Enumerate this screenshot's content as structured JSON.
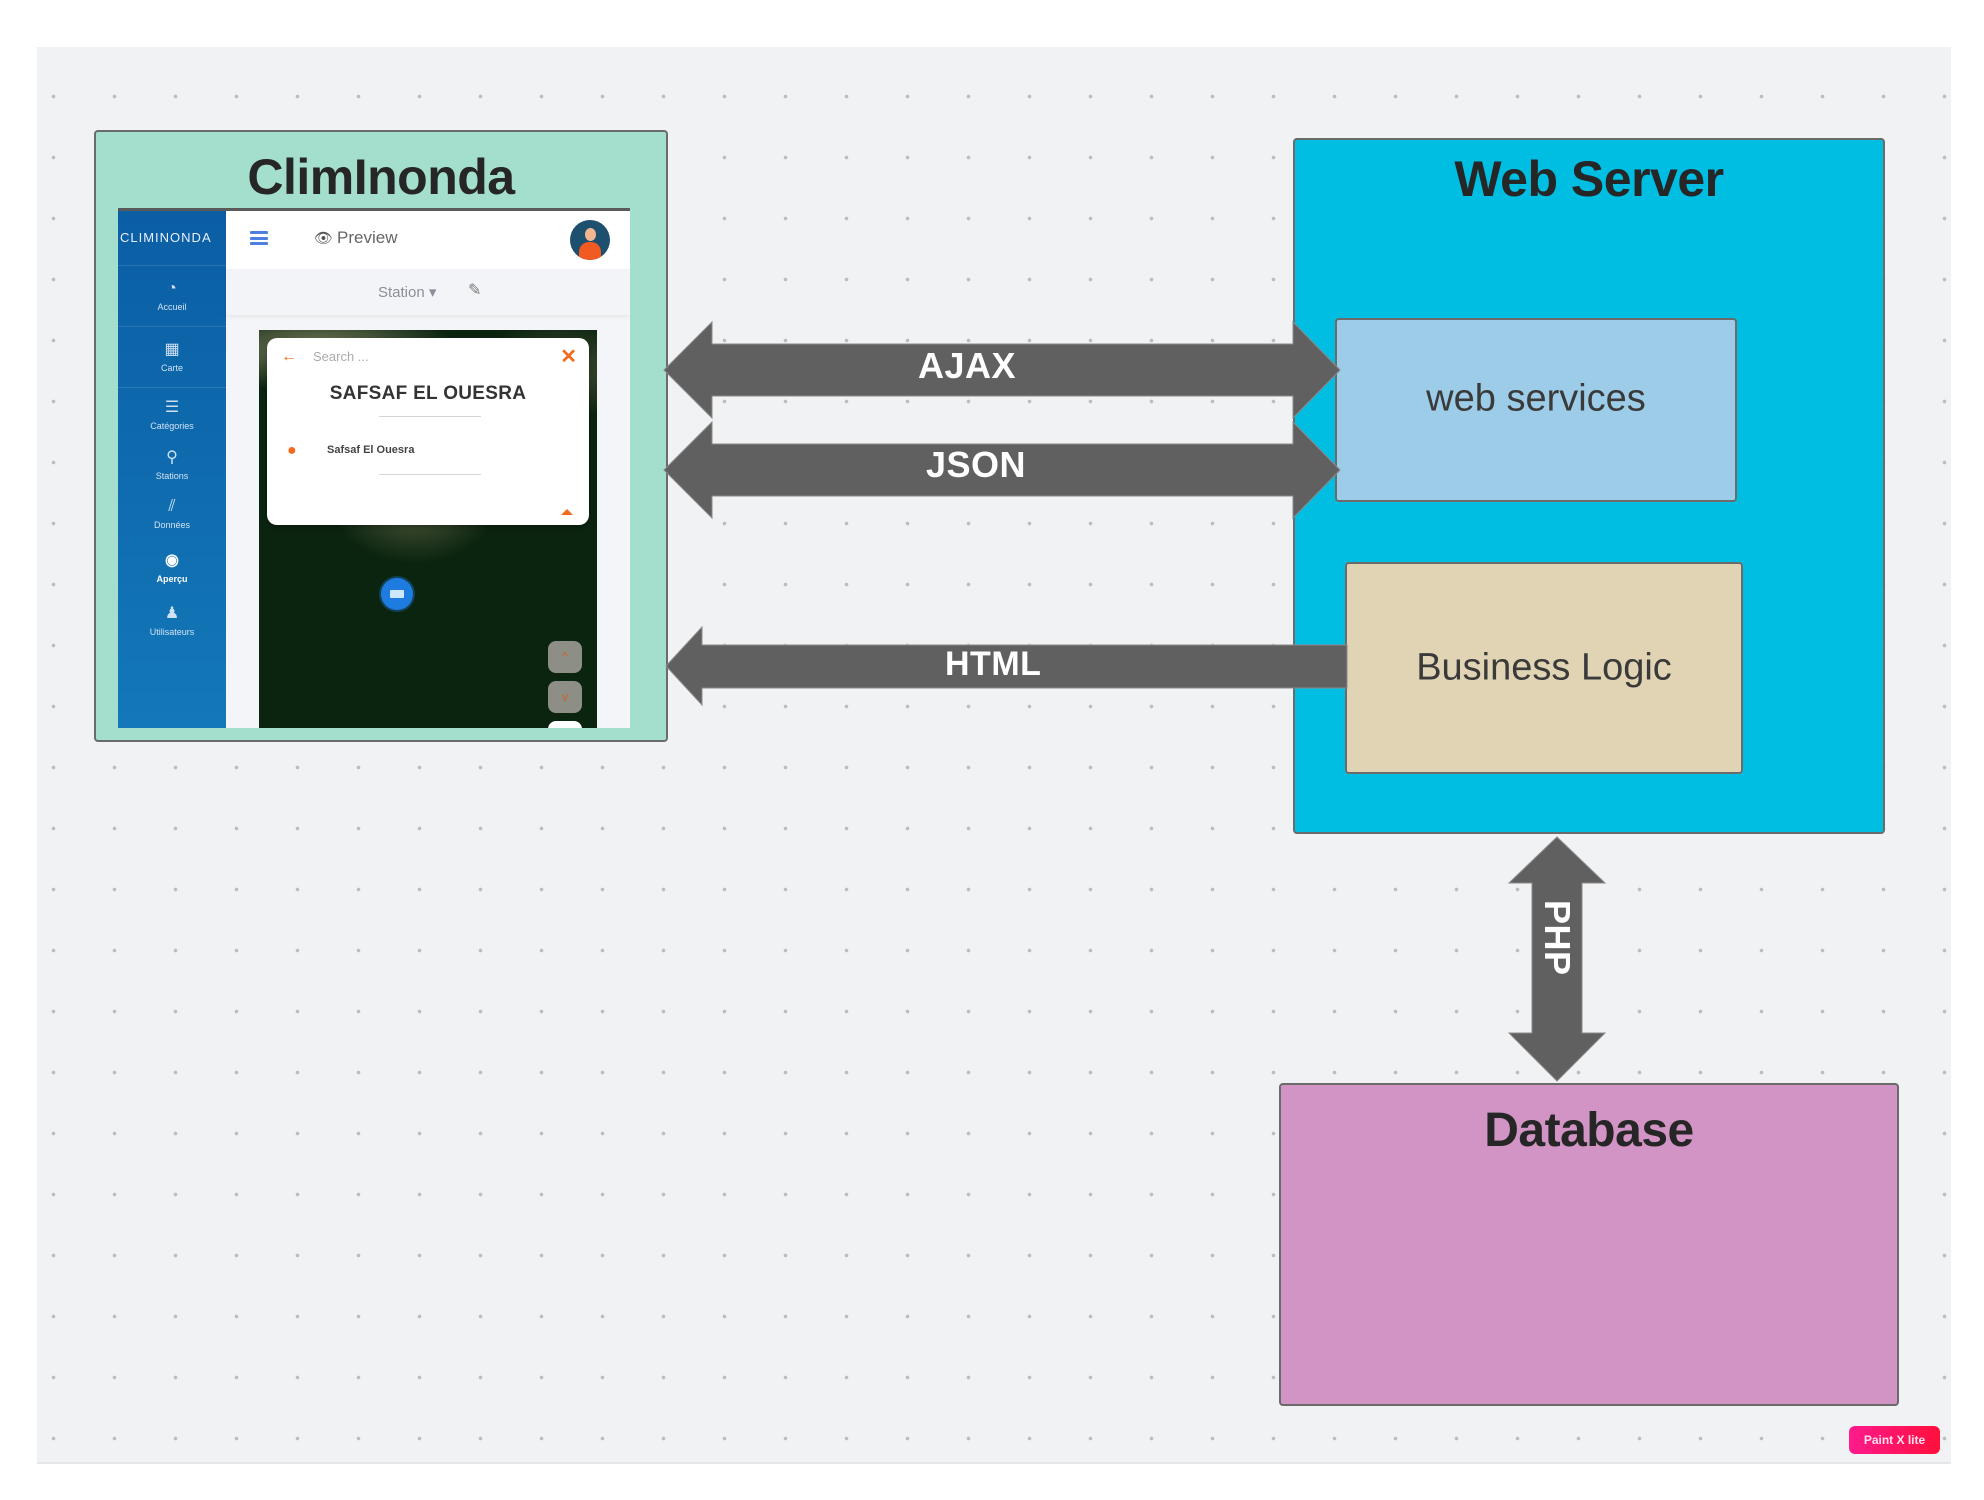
{
  "diagram": {
    "client": {
      "title": "ClimInonda",
      "app": {
        "brand": "CLIMINONDA",
        "sidebar": [
          {
            "label": "Accueil",
            "icon": "dashboard-icon",
            "glyph": "◔"
          },
          {
            "label": "Carte",
            "icon": "map-icon",
            "glyph": "▦"
          },
          {
            "label": "Catégories",
            "icon": "list-icon",
            "glyph": "☰"
          },
          {
            "label": "Stations",
            "icon": "location-pin-icon",
            "glyph": "⚲"
          },
          {
            "label": "Données",
            "icon": "chart-icon",
            "glyph": "⫽"
          },
          {
            "label": "Aperçu",
            "icon": "eye-icon",
            "glyph": "◉"
          },
          {
            "label": "Utilisateurs",
            "icon": "user-icon",
            "glyph": "♟"
          }
        ],
        "active_item": "Aperçu",
        "topbar": {
          "preview_label": "Preview",
          "eye_glyph": "👁"
        },
        "subbar": {
          "station_select": "Station ▾",
          "edit_glyph": "✎"
        },
        "popup": {
          "back_glyph": "←",
          "search_placeholder": "Search ...",
          "close_glyph": "✕",
          "station_title": "SAFSAF EL OUESRA",
          "pin_glyph": "⬤",
          "result": "Safsaf El Ouesra"
        },
        "map_controls": {
          "up": "^",
          "down": "v",
          "zoom": "—"
        }
      }
    },
    "server": {
      "title": "Web Server",
      "web_services": "web services",
      "business_logic": "Business Logic"
    },
    "database": {
      "title": "Database"
    },
    "connectors": {
      "ajax": "AJAX",
      "json": "JSON",
      "html": "HTML",
      "php": "PHP"
    },
    "colors": {
      "client_fill": "#a3dfcc",
      "server_fill": "#00bde2",
      "web_services_fill": "#9dcce9",
      "business_logic_fill": "#e1d4b4",
      "database_fill": "#d294c4",
      "arrow_fill": "#606060"
    },
    "watermark": "Paint X lite"
  }
}
